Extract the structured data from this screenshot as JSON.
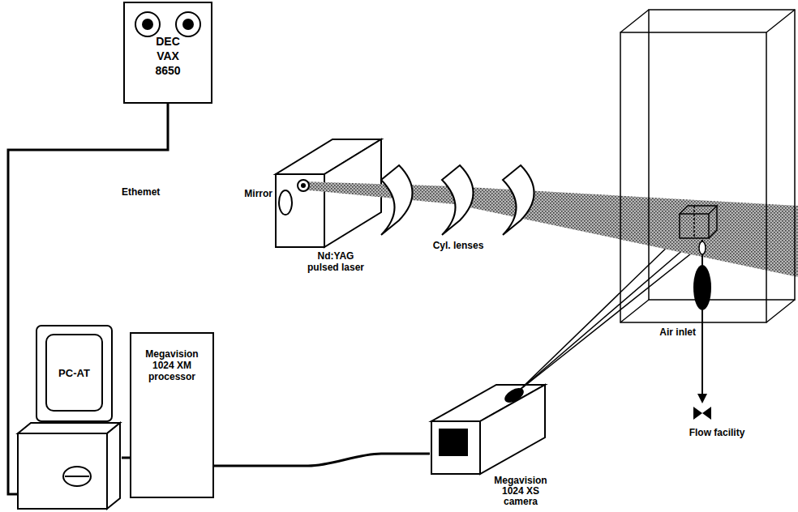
{
  "diagram": {
    "nodes": [
      {
        "text": [
          "DEC VAX 8650"
        ]
      },
      {
        "text": [
          "Nd:YAG pulsed laser"
        ]
      },
      {
        "text": [
          "PC-AT"
        ]
      },
      {
        "text": [
          "Megavision 1024 XM processor"
        ]
      },
      {
        "text": [
          "Megavision 1024 XS camera"
        ]
      }
    ],
    "edges": [
      {
        "from": 0,
        "to": 2,
        "arrow": "none",
        "label": "Ethemet"
      },
      {
        "from": 2,
        "to": 3,
        "arrow": "none"
      },
      {
        "from": 3,
        "to": 4,
        "arrow": "none"
      }
    ],
    "labels": [
      "Mirror",
      "Cyl. lenses",
      "Air inlet",
      "Flow facility"
    ]
  }
}
